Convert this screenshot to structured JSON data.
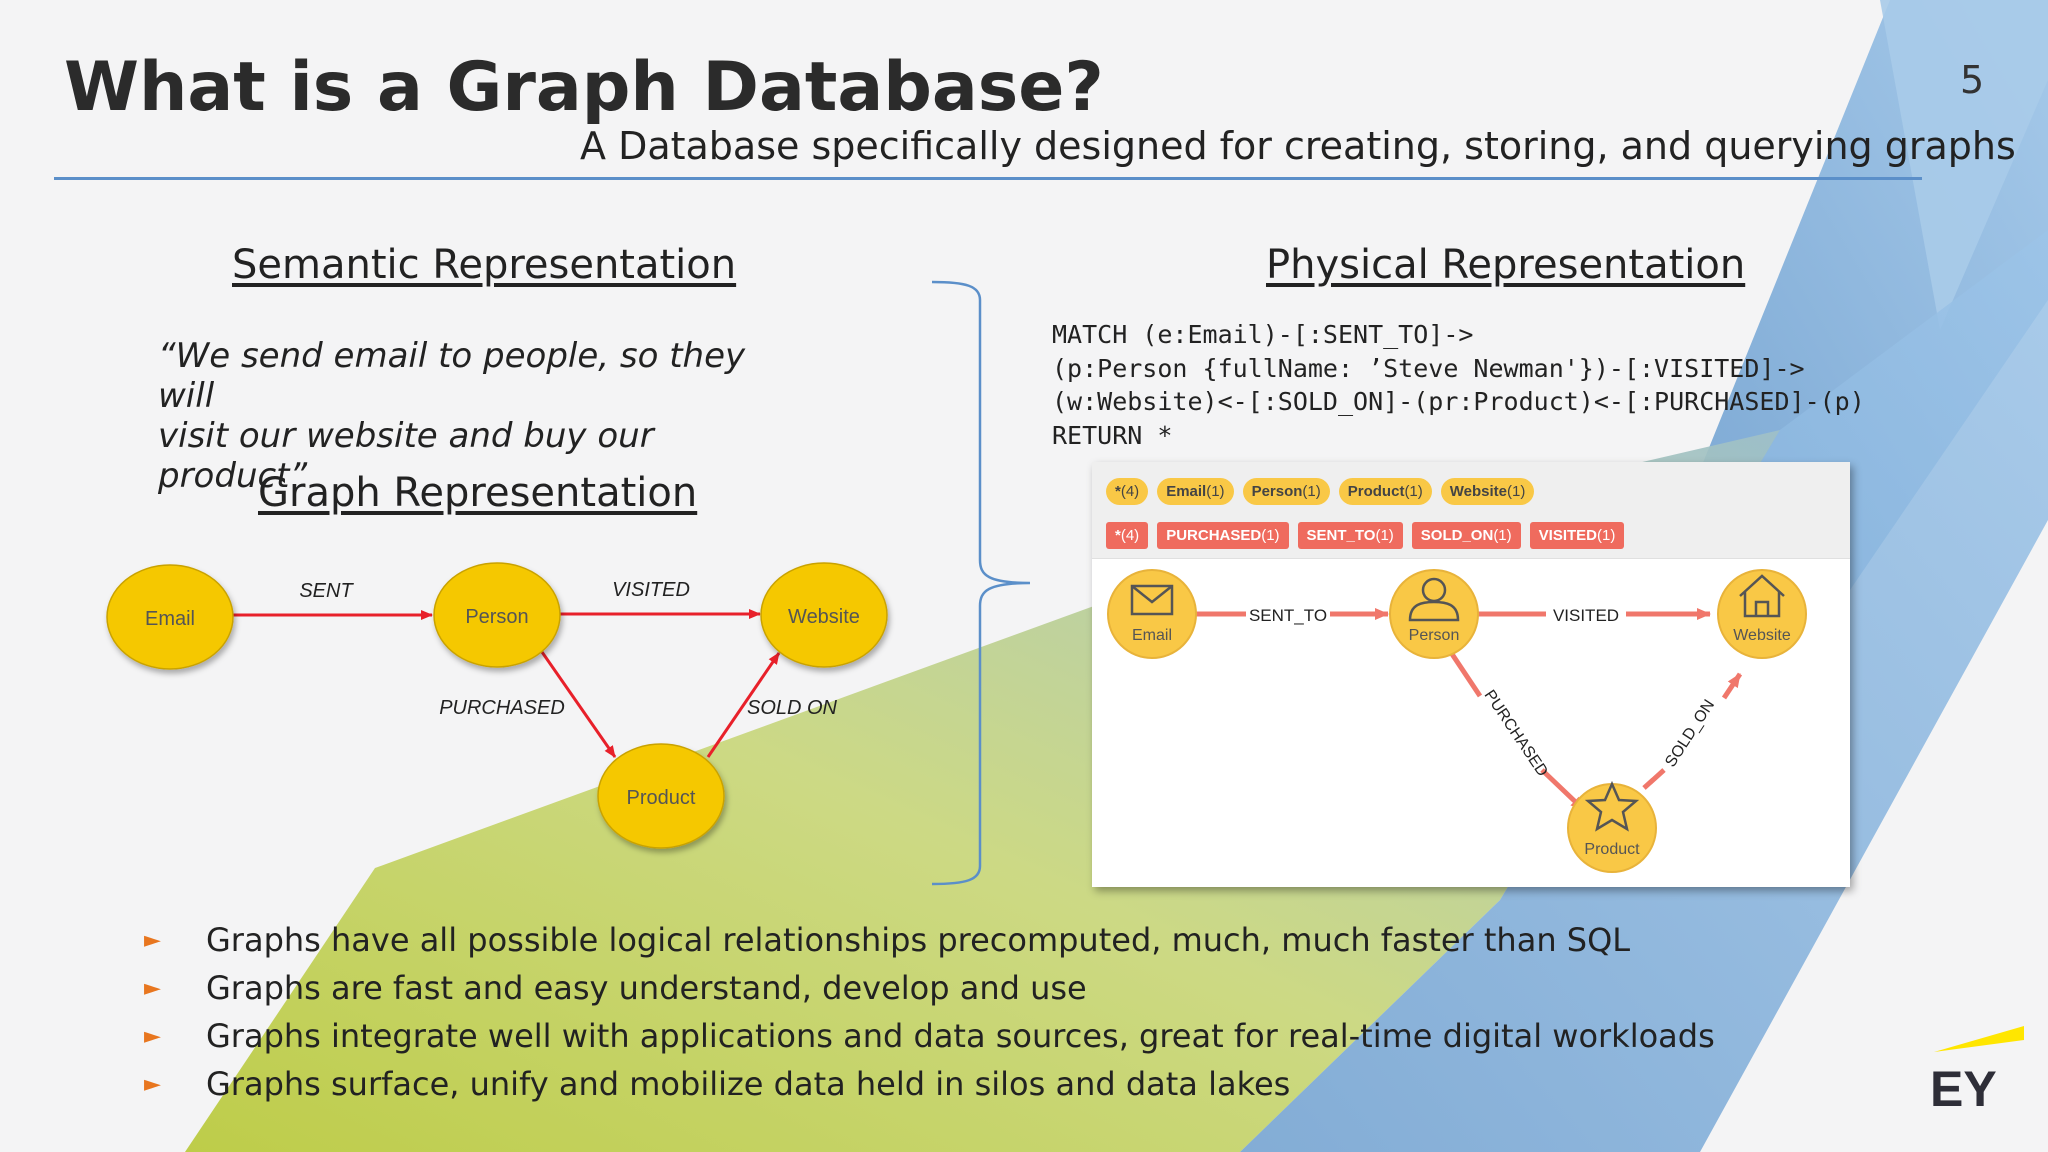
{
  "slide": {
    "title": "What is a Graph Database?",
    "subtitle": "A Database specifically designed  for creating, storing, and querying graphs",
    "number": "5"
  },
  "semantic": {
    "heading": "Semantic Representation",
    "quote_line1": "“We send email to people, so they will",
    "quote_line2": "visit our website and buy our product”"
  },
  "graph": {
    "heading": "Graph Representation",
    "nodes": {
      "email": "Email",
      "person": "Person",
      "website": "Website",
      "product": "Product"
    },
    "edges": {
      "sent": "SENT",
      "visited": "VISITED",
      "purchased": "PURCHASED",
      "sold_on": "SOLD ON"
    }
  },
  "physical": {
    "heading": "Physical Representation",
    "cypher": [
      "MATCH (e:Email)-[:SENT_TO]->",
      "(p:Person {fullName: ’Steve Newman'})-[:VISITED]->",
      "(w:Website)<-[:SOLD_ON]-(pr:Product)<-[:PURCHASED]-(p)",
      "RETURN *"
    ]
  },
  "neo": {
    "label_chips": [
      {
        "name": "*",
        "count": "(4)"
      },
      {
        "name": "Email",
        "count": "(1)"
      },
      {
        "name": "Person",
        "count": "(1)"
      },
      {
        "name": "Product",
        "count": "(1)"
      },
      {
        "name": "Website",
        "count": "(1)"
      }
    ],
    "rel_chips": [
      {
        "name": "*",
        "count": "(4)"
      },
      {
        "name": "PURCHASED",
        "count": "(1)"
      },
      {
        "name": "SENT_TO",
        "count": "(1)"
      },
      {
        "name": "SOLD_ON",
        "count": "(1)"
      },
      {
        "name": "VISITED",
        "count": "(1)"
      }
    ],
    "nodes": {
      "email": "Email",
      "person": "Person",
      "website": "Website",
      "product": "Product"
    },
    "edges": {
      "sent_to": "SENT_TO",
      "visited": "VISITED",
      "purchased": "PURCHASED",
      "sold_on": "SOLD_ON"
    }
  },
  "bullets": [
    "Graphs have all possible logical relationships precomputed, much, much faster than SQL",
    "Graphs are fast and easy understand, develop and use",
    "Graphs integrate well with applications and data sources, great for real-time digital workloads",
    "Graphs surface, unify and mobilize data held in silos and data lakes"
  ],
  "brand": {
    "logo_text": "EY",
    "accent": "#ffe600"
  },
  "colors": {
    "node_fill": "#f5c800",
    "edge_red": "#e8202a",
    "neo_node": "#f9c846",
    "neo_edge": "#f0776b",
    "rule_blue": "#5b8fc9"
  }
}
